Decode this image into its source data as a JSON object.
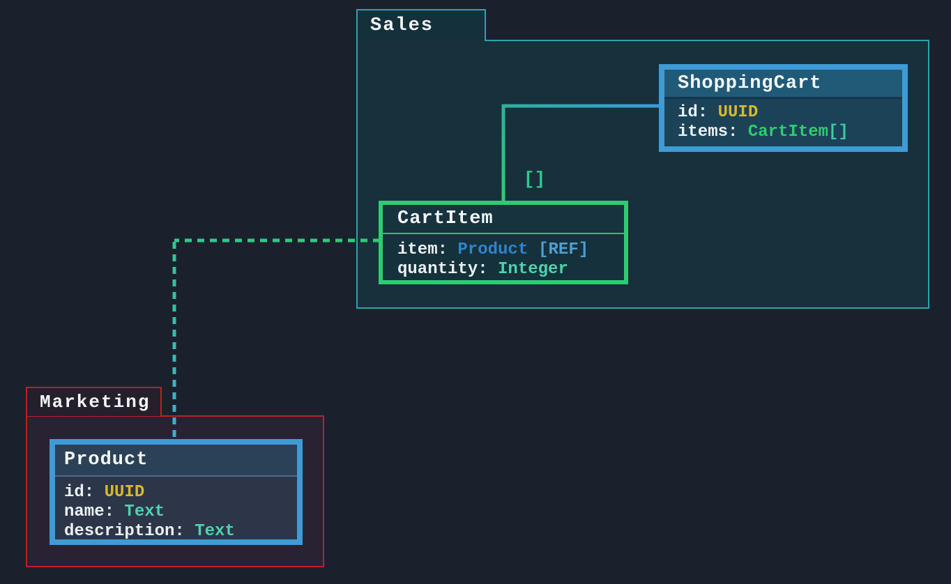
{
  "diagram": {
    "background": "#1b212c",
    "connector_label": "[]"
  },
  "packages": [
    {
      "label": "Sales",
      "border_color": "#27a7ad",
      "fill": "#17303b"
    },
    {
      "label": "Marketing",
      "border_color": "#bc2026",
      "fill": "#282233"
    }
  ],
  "entities": [
    {
      "name": "ShoppingCart",
      "package": "Sales",
      "border_color": "#3e9bd6",
      "attributes": [
        {
          "label": "id:",
          "type": "UUID",
          "suffix": "",
          "type_color": "#d7b92c"
        },
        {
          "label": "items:",
          "type": "CartItem",
          "suffix": "[]",
          "type_color": "#2ecc71"
        }
      ]
    },
    {
      "name": "CartItem",
      "package": "Sales",
      "border_color": "#2ecc71",
      "attributes": [
        {
          "label": "item:",
          "type": "Product",
          "suffix": "[REF]",
          "type_color": "#2e84cb"
        },
        {
          "label": "quantity:",
          "type": "Integer",
          "suffix": "",
          "type_color": "#4ed2ad"
        }
      ]
    },
    {
      "name": "Product",
      "package": "Marketing",
      "border_color": "#3e9bd6",
      "attributes": [
        {
          "label": "id:",
          "type": "UUID",
          "suffix": "",
          "type_color": "#d7b92c"
        },
        {
          "label": "name:",
          "type": "Text",
          "suffix": "",
          "type_color": "#4ed2ad"
        },
        {
          "label": "description:",
          "type": "Text",
          "suffix": "",
          "type_color": "#4ed2ad"
        }
      ]
    }
  ],
  "connectors": [
    {
      "from": "ShoppingCart.items",
      "to": "CartItem",
      "style": "solid",
      "label": "[]",
      "color_start": "#3a9ad9",
      "color_end": "#2ecc71"
    },
    {
      "from": "CartItem.item",
      "to": "Product",
      "style": "dashed",
      "label": "",
      "color_start": "#2ecc71",
      "color_end": "#44a8d6"
    }
  ]
}
